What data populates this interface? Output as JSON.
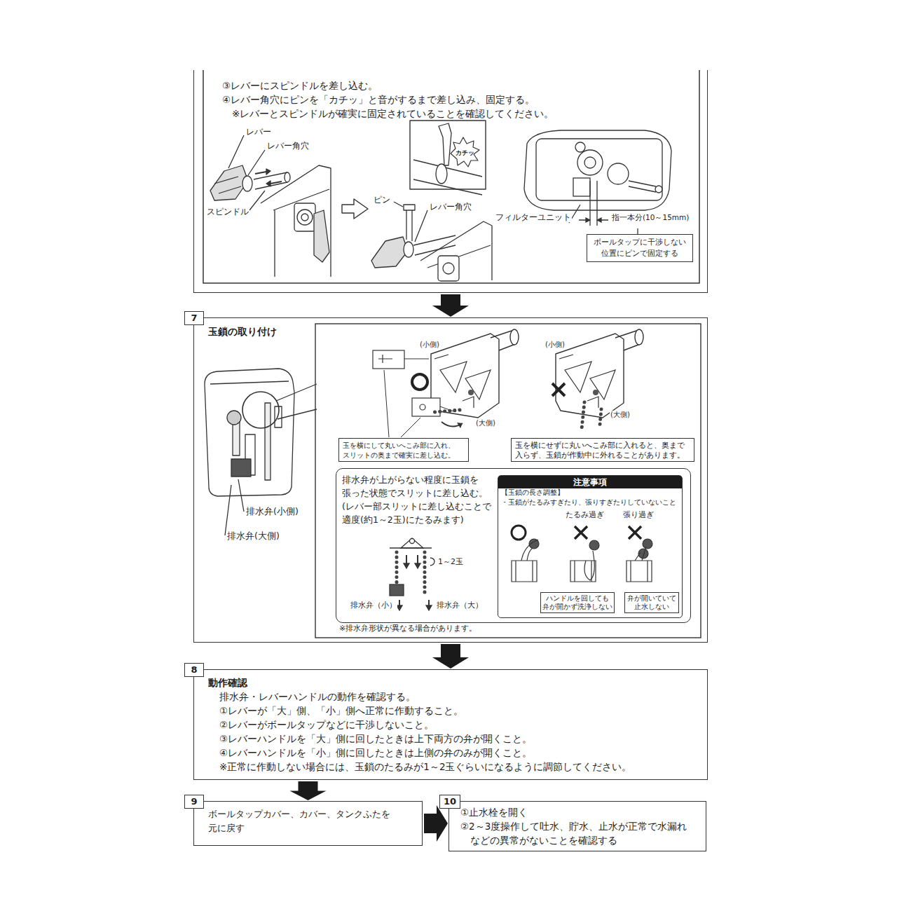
{
  "diagram": {
    "nodes": [
      {
        "text": [
          "③レバーにスピンドルを差し込む。",
          "④レバー角穴にピンを「カチッ」と音がするまで差し込み、固定する。",
          "※レバーとスピンドルが確実に固定されていることを確認してください。"
        ]
      },
      {
        "text": [
          "ボールタップに干渉しない 位置にピンで固定する"
        ],
        "in": 0
      },
      {
        "text": [
          "玉鎖の取り付け"
        ]
      },
      {
        "text": [
          "7"
        ],
        "in": 2
      },
      {
        "text": [
          "玉を横にして丸いへこみ部に入れ、 スリットの奥まで確実に差し込む。"
        ],
        "in": 2
      },
      {
        "text": [
          "玉を横にせずに丸いへこみ部に入れると、奥まで 入らず、玉鎖が作動中に外れることがあります。"
        ],
        "in": 2
      },
      {
        "text": [
          "排水弁が上がらない程度に玉鎖を 張った状態でスリットに差し込む。 (レバー部スリットに差し込むことで 適度(約1～2玉)にたるみます)"
        ],
        "in": 2
      },
      {
        "text": [
          "注意事項"
        ],
        "in": 6
      },
      {
        "text": [
          "ハンドルを回しても 弁が開かず洗浄しない"
        ],
        "in": 7
      },
      {
        "text": [
          "弁が開いていて 止水しない"
        ],
        "in": 7
      },
      {
        "text": [
          "動作確認",
          "排水弁・レバーハンドルの動作を確認する。",
          "①レバーが「大」側、「小」側へ正常に作動すること。",
          "②レバーがボールタップなどに干渉しないこと。",
          "③レバーハンドルを「大」側に回したときは上下両方の弁が開くこと。",
          "④レバーハンドルを「小」側に回したときは上側の弁のみが開くこと。",
          "※正常に作動しない場合には、玉鎖のたるみが1～2玉ぐらいになるように調節してください。"
        ]
      },
      {
        "text": [
          "8"
        ],
        "in": 10
      },
      {
        "text": [
          "ボールタップカバー、カバー、タンクふたを 元に戻す"
        ]
      },
      {
        "text": [
          "9"
        ],
        "in": 12
      },
      {
        "text": [
          "①止水栓を開く",
          "②2～3度操作して吐水、貯水、止水が正常で水漏れ などの異常がないことを確認する"
        ]
      },
      {
        "text": [
          "10"
        ],
        "in": 14
      }
    ],
    "edges": [
      {
        "from": 0,
        "to": 2,
        "arrow": "to"
      },
      {
        "from": 2,
        "to": 10,
        "arrow": "to"
      },
      {
        "from": 10,
        "to": 12,
        "arrow": "to"
      },
      {
        "from": 12,
        "to": 14,
        "arrow": "to"
      }
    ],
    "labels": [
      "レバー",
      "レバー角穴",
      "スピンドル",
      "カチッ",
      "ピン",
      "レバー角穴",
      "フィルターユニット",
      "指一本分(10～15mm)",
      "(小側)",
      "(大側)",
      "(小側)",
      "(大側)",
      "1～2玉",
      "排水弁（小）",
      "排水弁（大）",
      "排水弁(小側)",
      "排水弁(大側)",
      "※排水弁形状が異なる場合があります。",
      "【玉鎖の長さ調整】",
      "・玉鎖がたるみすぎたり、張りすぎたりしていないこと",
      "たるみ過ぎ",
      "張り過ぎ"
    ]
  }
}
